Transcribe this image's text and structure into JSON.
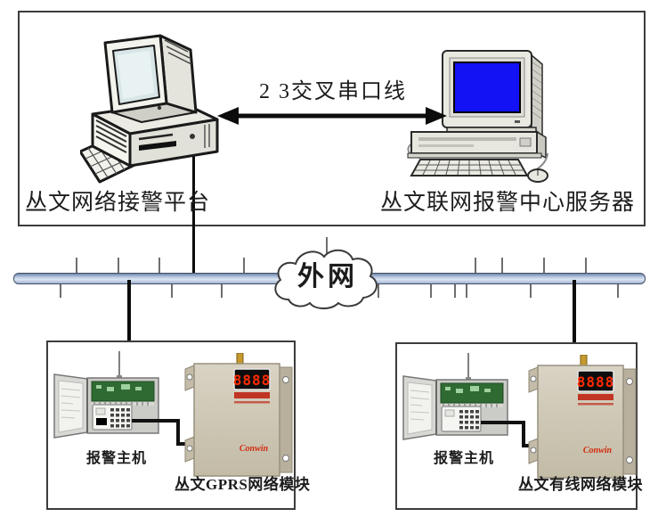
{
  "top_panel": {
    "workstation_label": "丛文网络接警平台",
    "server_label": "丛文联网报警中心服务器",
    "cable_label": "2 3交叉串口线"
  },
  "network": {
    "cloud_label": "外网"
  },
  "sites": {
    "left": {
      "host_label": "报警主机",
      "module_label": "丛文GPRS网络模块",
      "module_display": "8888",
      "module_brand": "Conwin"
    },
    "right": {
      "host_label": "报警主机",
      "module_label": "丛文有线网络模块",
      "module_display": "8888",
      "module_brand": "Conwin"
    }
  },
  "colors": {
    "screen_blue": "#1212f5",
    "bus_fill": "#b9c9e2",
    "led_red": "#ff2b00",
    "module_body": "#cfc8b6",
    "outline": "#1a1a1a"
  }
}
